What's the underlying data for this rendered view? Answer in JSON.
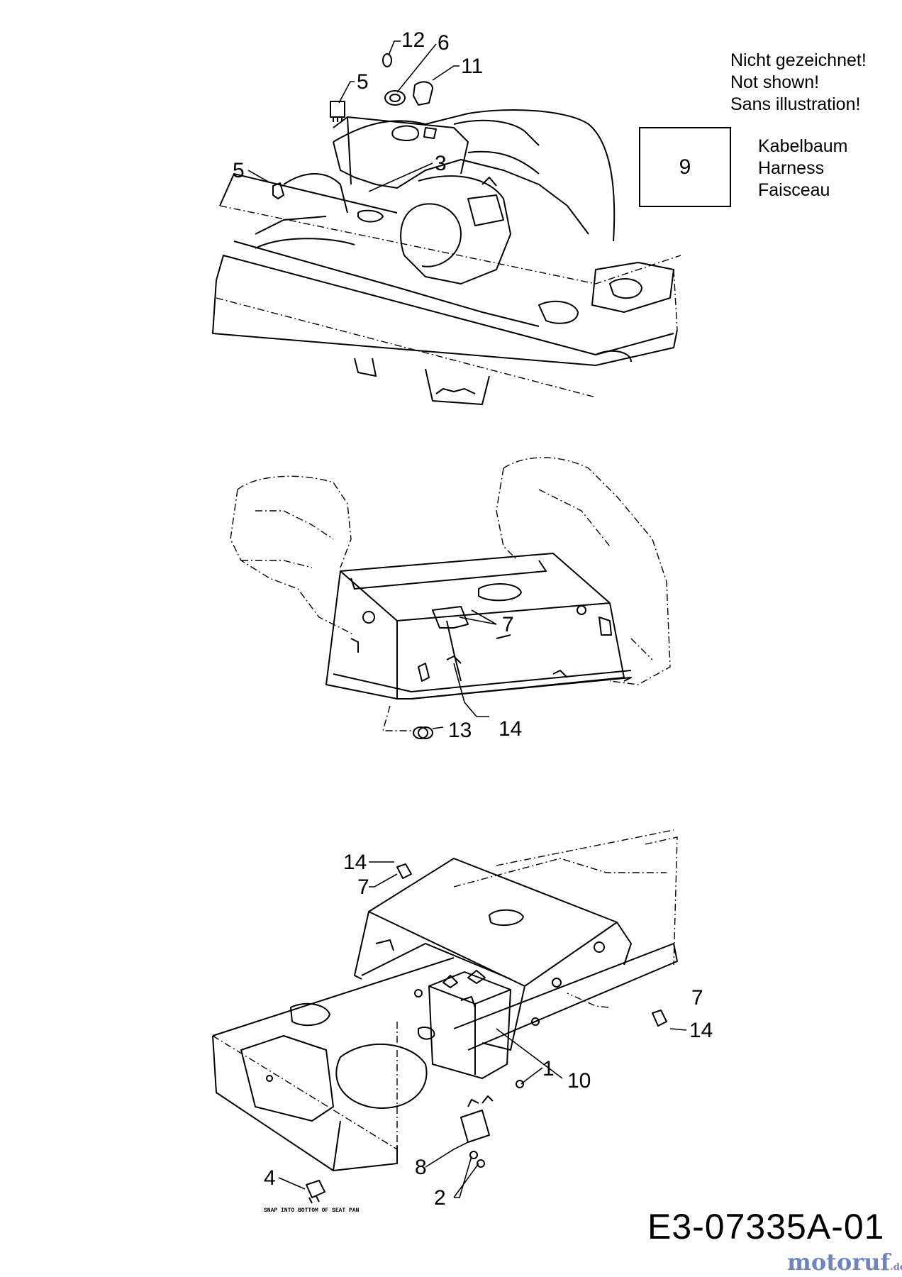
{
  "document": {
    "code": "E3-07335A-01",
    "watermark": "motoruf",
    "watermark_suffix": ".de"
  },
  "notes": {
    "not_shown": [
      "Nicht gezeichnet!",
      "Not shown!",
      "Sans illustration!"
    ],
    "harness_item": "9",
    "harness": [
      "Kabelbaum",
      "Harness",
      "Faisceau"
    ],
    "snap_note": "SNAP INTO BOTTOM OF SEAT PAN"
  },
  "callouts": {
    "top_view": [
      "12",
      "6",
      "11",
      "5",
      "5",
      "3"
    ],
    "middle_view": [
      "7",
      "13",
      "14"
    ],
    "bottom_view": [
      "14",
      "7",
      "7",
      "14",
      "10",
      "1",
      "8",
      "2",
      "4"
    ]
  }
}
